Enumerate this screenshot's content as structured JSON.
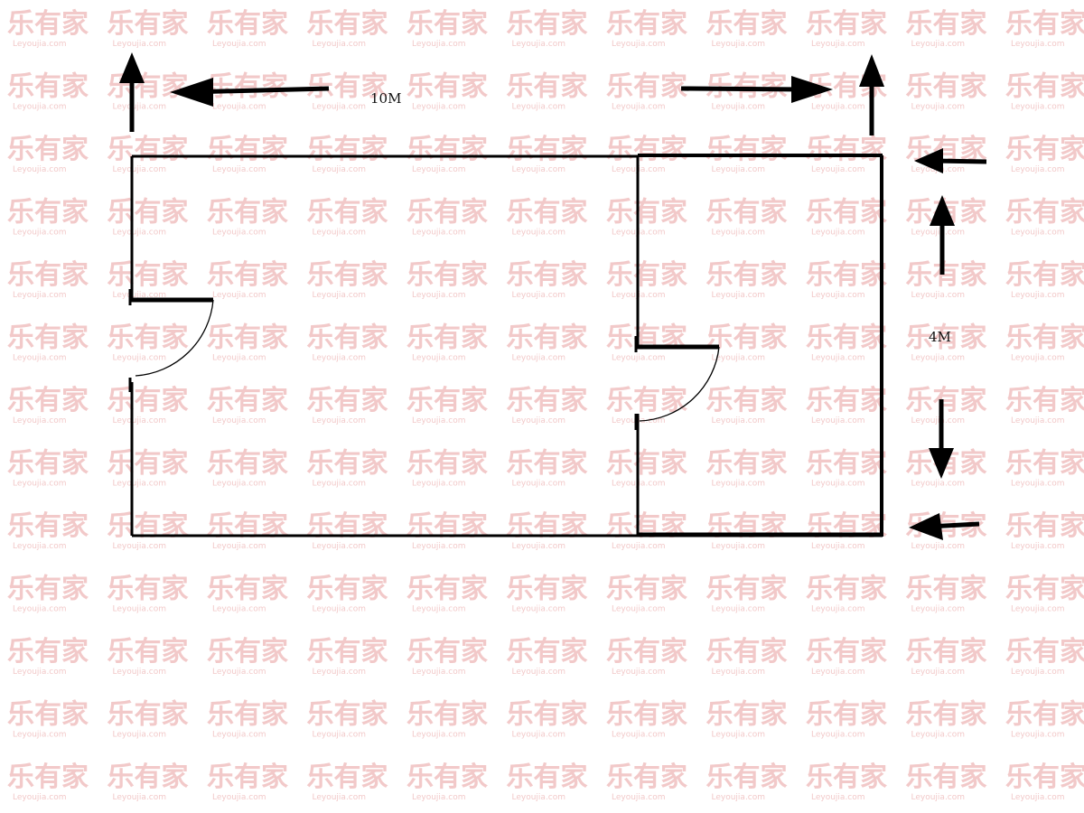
{
  "watermark": {
    "brand": "乐有家",
    "sub": "Leyoujia.com",
    "color": "#f2c9c9"
  },
  "floor_plan": {
    "width_label": "10M",
    "height_label": "4M",
    "line_color": "#000000"
  }
}
